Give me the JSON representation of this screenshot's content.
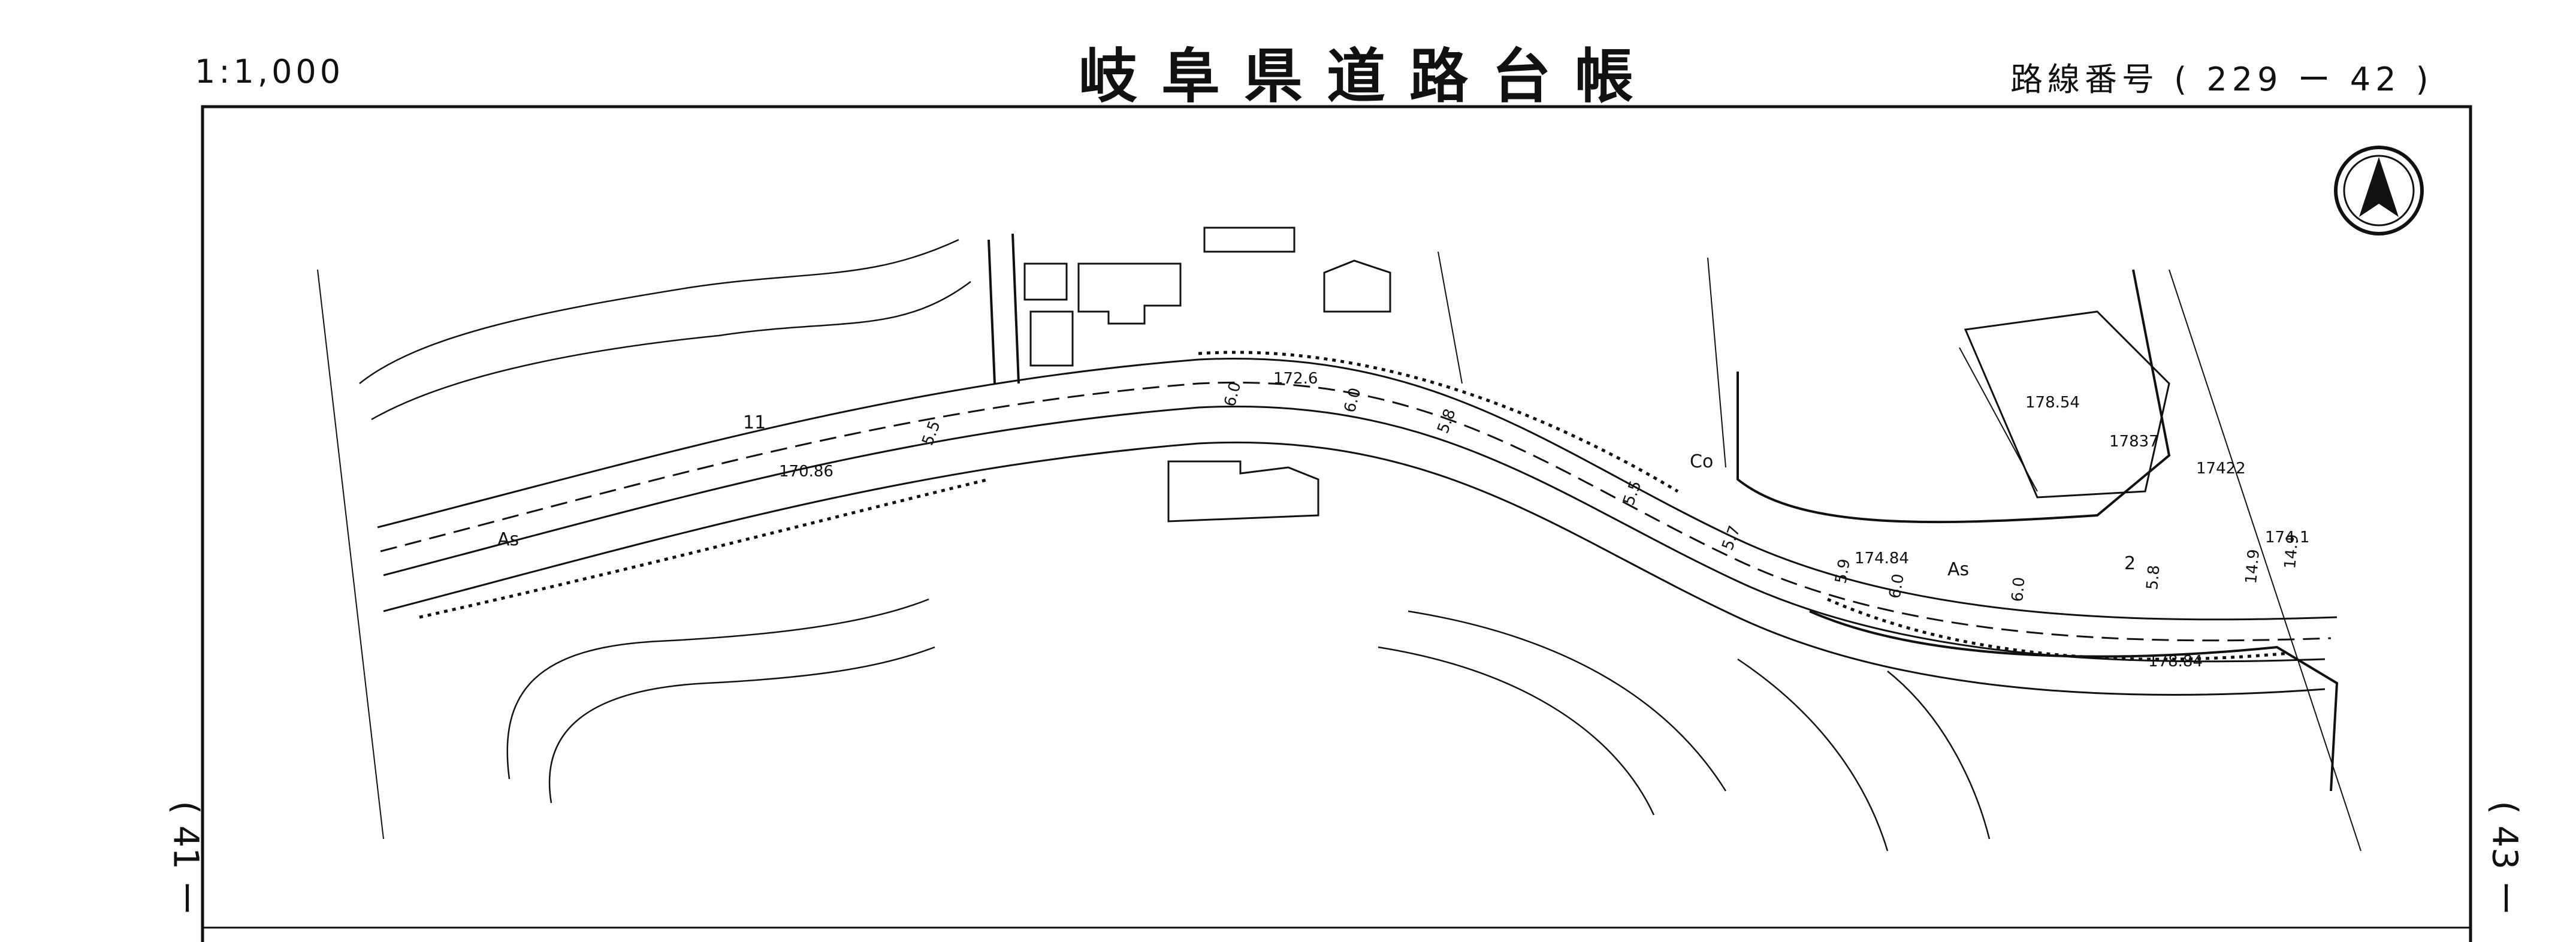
{
  "header": {
    "scale": "1:1,000",
    "title": "岐阜県道路台帳",
    "route_label": "路線番号",
    "route_number": "( 229 ー 42 )"
  },
  "side": {
    "left_page": "( 41 ー",
    "right_page": "( 43 ー"
  },
  "map": {
    "surface_labels": [
      "As",
      "As",
      "Co"
    ],
    "elevations": [
      "170.86",
      "172.6",
      "174.84",
      "174.1",
      "178.54",
      "17837",
      "17422",
      "178.84"
    ],
    "widths": [
      "5.5",
      "6.0",
      "6.0",
      "5.8",
      "5.5",
      "5.7",
      "5.9",
      "6.0",
      "6.0",
      "5.8",
      "14.9",
      "14.9"
    ],
    "markers": [
      "11",
      "2"
    ],
    "north_arrow": "north-arrow-icon"
  },
  "colors": {
    "ink": "#111111",
    "paper": "#ffffff"
  }
}
